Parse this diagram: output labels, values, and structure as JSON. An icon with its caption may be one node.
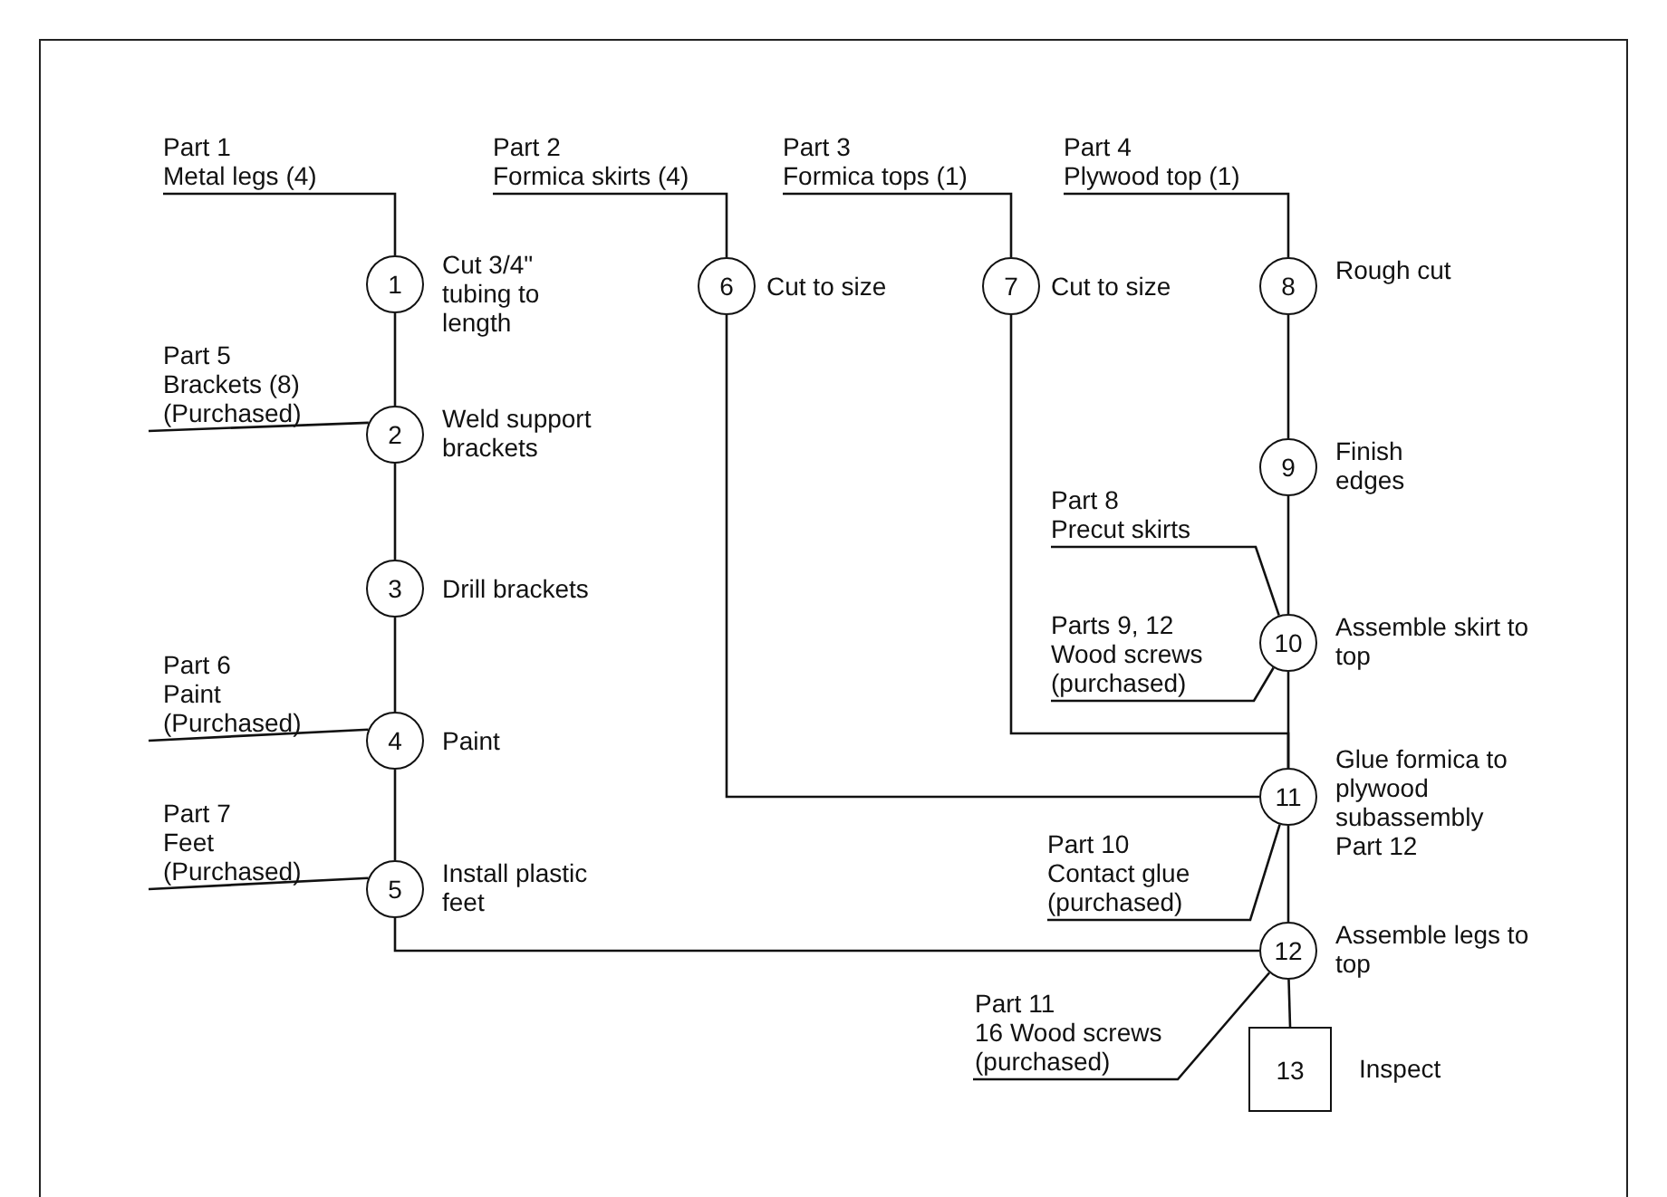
{
  "diagram": {
    "nodes": [
      {
        "text": [
          "Part 1",
          "Metal legs (4)"
        ]
      },
      {
        "text": [
          "Part 2",
          "Formica skirts (4)"
        ]
      },
      {
        "text": [
          "Part 3",
          "Formica tops (1)"
        ]
      },
      {
        "text": [
          "Part 4",
          "Plywood top (1)"
        ]
      },
      {
        "text": [
          "1"
        ],
        "beside": [
          "Cut 3/4\" tubing to length"
        ]
      },
      {
        "text": [
          "6"
        ],
        "beside": [
          "Cut to size"
        ]
      },
      {
        "text": [
          "7"
        ],
        "beside": [
          "Cut to size"
        ]
      },
      {
        "text": [
          "8"
        ],
        "beside": [
          "Rough cut"
        ]
      },
      {
        "text": [
          "Part 5",
          "Brackets (8)",
          "(Purchased)"
        ]
      },
      {
        "text": [
          "2"
        ],
        "beside": [
          "Weld support brackets"
        ]
      },
      {
        "text": [
          "3"
        ],
        "beside": [
          "Drill brackets"
        ]
      },
      {
        "text": [
          "9"
        ],
        "beside": [
          "Finish edges"
        ]
      },
      {
        "text": [
          "Part 8",
          "Precut skirts"
        ]
      },
      {
        "text": [
          "Parts 9, 12",
          "Wood screws",
          "(purchased)"
        ]
      },
      {
        "text": [
          "10"
        ],
        "beside": [
          "Assemble skirt to top"
        ]
      },
      {
        "text": [
          "Part 6",
          "Paint",
          "(Purchased)"
        ]
      },
      {
        "text": [
          "4"
        ],
        "beside": [
          "Paint"
        ]
      },
      {
        "text": [
          "11"
        ],
        "beside": [
          "Glue formica to plywood subassembly",
          "Part 12"
        ]
      },
      {
        "text": [
          "Part 10",
          "Contact glue",
          "(purchased)"
        ]
      },
      {
        "text": [
          "Part 7",
          "Feet",
          "(Purchased)"
        ]
      },
      {
        "text": [
          "5"
        ],
        "beside": [
          "Install plastic feet"
        ]
      },
      {
        "text": [
          "12"
        ],
        "beside": [
          "Assemble legs to top"
        ]
      },
      {
        "text": [
          "Part 11",
          "16 Wood screws",
          "(purchased)"
        ]
      },
      {
        "text": [
          "13"
        ],
        "beside": [
          "Inspect"
        ]
      }
    ],
    "edges": [
      {
        "from": 0,
        "to": 4,
        "arrow": "none"
      },
      {
        "from": 4,
        "to": 9,
        "arrow": "none"
      },
      {
        "from": 8,
        "to": 9,
        "arrow": "none"
      },
      {
        "from": 9,
        "to": 10,
        "arrow": "none"
      },
      {
        "from": 10,
        "to": 16,
        "arrow": "none"
      },
      {
        "from": 15,
        "to": 16,
        "arrow": "none"
      },
      {
        "from": 16,
        "to": 20,
        "arrow": "none"
      },
      {
        "from": 19,
        "to": 20,
        "arrow": "none"
      },
      {
        "from": 20,
        "to": 21,
        "arrow": "none"
      },
      {
        "from": 1,
        "to": 5,
        "arrow": "none"
      },
      {
        "from": 5,
        "to": 17,
        "arrow": "none"
      },
      {
        "from": 2,
        "to": 6,
        "arrow": "none"
      },
      {
        "from": 6,
        "to": 17,
        "arrow": "none"
      },
      {
        "from": 3,
        "to": 7,
        "arrow": "none"
      },
      {
        "from": 7,
        "to": 11,
        "arrow": "none"
      },
      {
        "from": 11,
        "to": 14,
        "arrow": "none"
      },
      {
        "from": 12,
        "to": 14,
        "arrow": "none"
      },
      {
        "from": 13,
        "to": 14,
        "arrow": "none"
      },
      {
        "from": 14,
        "to": 17,
        "arrow": "none"
      },
      {
        "from": 18,
        "to": 17,
        "arrow": "none"
      },
      {
        "from": 17,
        "to": 21,
        "arrow": "none"
      },
      {
        "from": 22,
        "to": 21,
        "arrow": "none"
      },
      {
        "from": 21,
        "to": 23,
        "arrow": "none"
      }
    ]
  }
}
